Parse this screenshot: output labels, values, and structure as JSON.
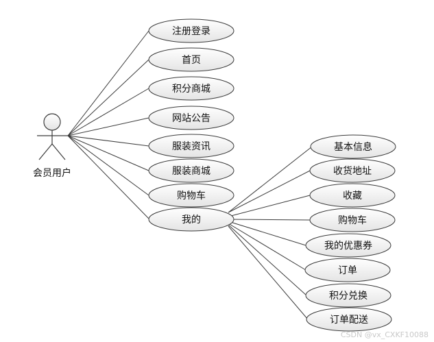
{
  "actor": {
    "label": "会员用户"
  },
  "use_cases": [
    {
      "id": "uc1",
      "label": "注册登录"
    },
    {
      "id": "uc2",
      "label": "首页"
    },
    {
      "id": "uc3",
      "label": "积分商城"
    },
    {
      "id": "uc4",
      "label": "网站公告"
    },
    {
      "id": "uc5",
      "label": "服装资讯"
    },
    {
      "id": "uc6",
      "label": "服装商城"
    },
    {
      "id": "uc7",
      "label": "购物车"
    },
    {
      "id": "uc8",
      "label": "我的"
    }
  ],
  "sub_use_cases": [
    {
      "id": "s1",
      "label": "基本信息"
    },
    {
      "id": "s2",
      "label": "收货地址"
    },
    {
      "id": "s3",
      "label": "收藏"
    },
    {
      "id": "s4",
      "label": "购物车"
    },
    {
      "id": "s5",
      "label": "我的优惠券"
    },
    {
      "id": "s6",
      "label": "订单"
    },
    {
      "id": "s7",
      "label": "积分兑换"
    },
    {
      "id": "s8",
      "label": "订单配送"
    }
  ],
  "watermark": "CSDN @vx_CXKF10088",
  "colors": {
    "line": "#3a3a3a",
    "ellipse_fill_top": "#ffffff",
    "ellipse_fill_bottom": "#e4e4e4"
  }
}
